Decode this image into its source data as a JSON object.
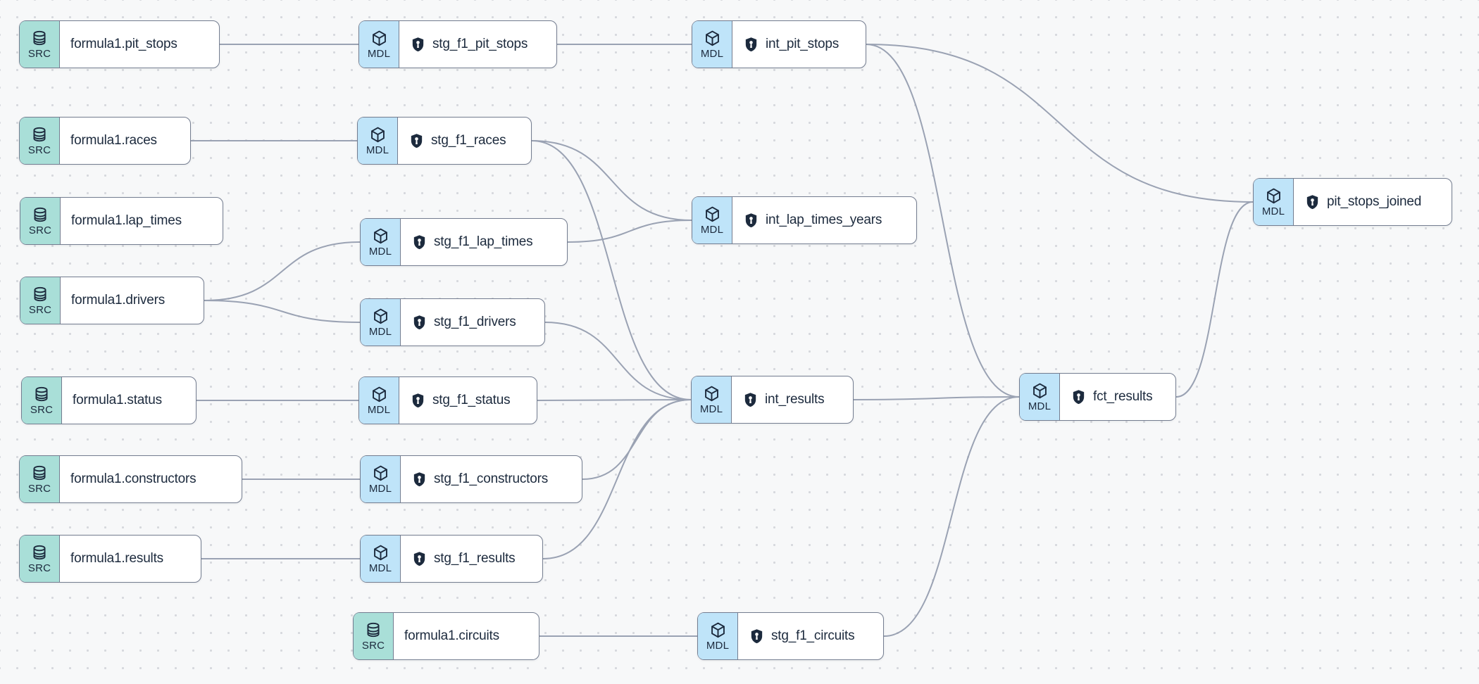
{
  "colors": {
    "canvas_bg": "#f7f8f9",
    "dot_grid": "#d6d8dd",
    "node_border": "#747d90",
    "src_accent": "#a9dfd8",
    "mdl_accent": "#bfe4f9",
    "edge": "#9aa2b3",
    "text": "#1c2a3d"
  },
  "graph": {
    "nodes": [
      {
        "id": "src_pit_stops",
        "kind": "SRC",
        "icon": "database-icon",
        "badge": false,
        "label": "formula1.pit_stops"
      },
      {
        "id": "stg_pit_stops",
        "kind": "MDL",
        "icon": "cube-icon",
        "badge": true,
        "label": "stg_f1_pit_stops"
      },
      {
        "id": "int_pit_stops",
        "kind": "MDL",
        "icon": "cube-icon",
        "badge": true,
        "label": "int_pit_stops"
      },
      {
        "id": "src_races",
        "kind": "SRC",
        "icon": "database-icon",
        "badge": false,
        "label": "formula1.races"
      },
      {
        "id": "stg_races",
        "kind": "MDL",
        "icon": "cube-icon",
        "badge": true,
        "label": "stg_f1_races"
      },
      {
        "id": "src_lap_times",
        "kind": "SRC",
        "icon": "database-icon",
        "badge": false,
        "label": "formula1.lap_times"
      },
      {
        "id": "stg_lap_times",
        "kind": "MDL",
        "icon": "cube-icon",
        "badge": true,
        "label": "stg_f1_lap_times"
      },
      {
        "id": "int_lap_times_years",
        "kind": "MDL",
        "icon": "cube-icon",
        "badge": true,
        "label": "int_lap_times_years"
      },
      {
        "id": "src_drivers",
        "kind": "SRC",
        "icon": "database-icon",
        "badge": false,
        "label": "formula1.drivers"
      },
      {
        "id": "stg_drivers",
        "kind": "MDL",
        "icon": "cube-icon",
        "badge": true,
        "label": "stg_f1_drivers"
      },
      {
        "id": "src_status",
        "kind": "SRC",
        "icon": "database-icon",
        "badge": false,
        "label": "formula1.status"
      },
      {
        "id": "stg_status",
        "kind": "MDL",
        "icon": "cube-icon",
        "badge": true,
        "label": "stg_f1_status"
      },
      {
        "id": "int_results",
        "kind": "MDL",
        "icon": "cube-icon",
        "badge": true,
        "label": "int_results"
      },
      {
        "id": "fct_results",
        "kind": "MDL",
        "icon": "cube-icon",
        "badge": true,
        "label": "fct_results"
      },
      {
        "id": "src_constructors",
        "kind": "SRC",
        "icon": "database-icon",
        "badge": false,
        "label": "formula1.constructors"
      },
      {
        "id": "stg_constructors",
        "kind": "MDL",
        "icon": "cube-icon",
        "badge": true,
        "label": "stg_f1_constructors"
      },
      {
        "id": "src_results",
        "kind": "SRC",
        "icon": "database-icon",
        "badge": false,
        "label": "formula1.results"
      },
      {
        "id": "stg_results",
        "kind": "MDL",
        "icon": "cube-icon",
        "badge": true,
        "label": "stg_f1_results"
      },
      {
        "id": "src_circuits",
        "kind": "SRC",
        "icon": "database-icon",
        "badge": false,
        "label": "formula1.circuits"
      },
      {
        "id": "stg_circuits",
        "kind": "MDL",
        "icon": "cube-icon",
        "badge": true,
        "label": "stg_f1_circuits"
      },
      {
        "id": "pit_stops_joined",
        "kind": "MDL",
        "icon": "cube-icon",
        "badge": true,
        "label": "pit_stops_joined"
      }
    ],
    "edges": [
      {
        "from": "src_pit_stops",
        "to": "stg_pit_stops"
      },
      {
        "from": "stg_pit_stops",
        "to": "int_pit_stops"
      },
      {
        "from": "int_pit_stops",
        "to": "pit_stops_joined"
      },
      {
        "from": "int_pit_stops",
        "to": "fct_results"
      },
      {
        "from": "src_races",
        "to": "stg_races"
      },
      {
        "from": "stg_races",
        "to": "int_lap_times_years"
      },
      {
        "from": "stg_races",
        "to": "int_results"
      },
      {
        "from": "src_drivers",
        "to": "stg_lap_times"
      },
      {
        "from": "src_drivers",
        "to": "stg_drivers"
      },
      {
        "from": "stg_lap_times",
        "to": "int_lap_times_years"
      },
      {
        "from": "stg_drivers",
        "to": "int_results"
      },
      {
        "from": "src_status",
        "to": "stg_status"
      },
      {
        "from": "stg_status",
        "to": "int_results"
      },
      {
        "from": "src_constructors",
        "to": "stg_constructors"
      },
      {
        "from": "stg_constructors",
        "to": "int_results"
      },
      {
        "from": "src_results",
        "to": "stg_results"
      },
      {
        "from": "stg_results",
        "to": "int_results"
      },
      {
        "from": "src_circuits",
        "to": "stg_circuits"
      },
      {
        "from": "stg_circuits",
        "to": "fct_results"
      },
      {
        "from": "int_results",
        "to": "fct_results"
      },
      {
        "from": "fct_results",
        "to": "pit_stops_joined"
      }
    ]
  }
}
